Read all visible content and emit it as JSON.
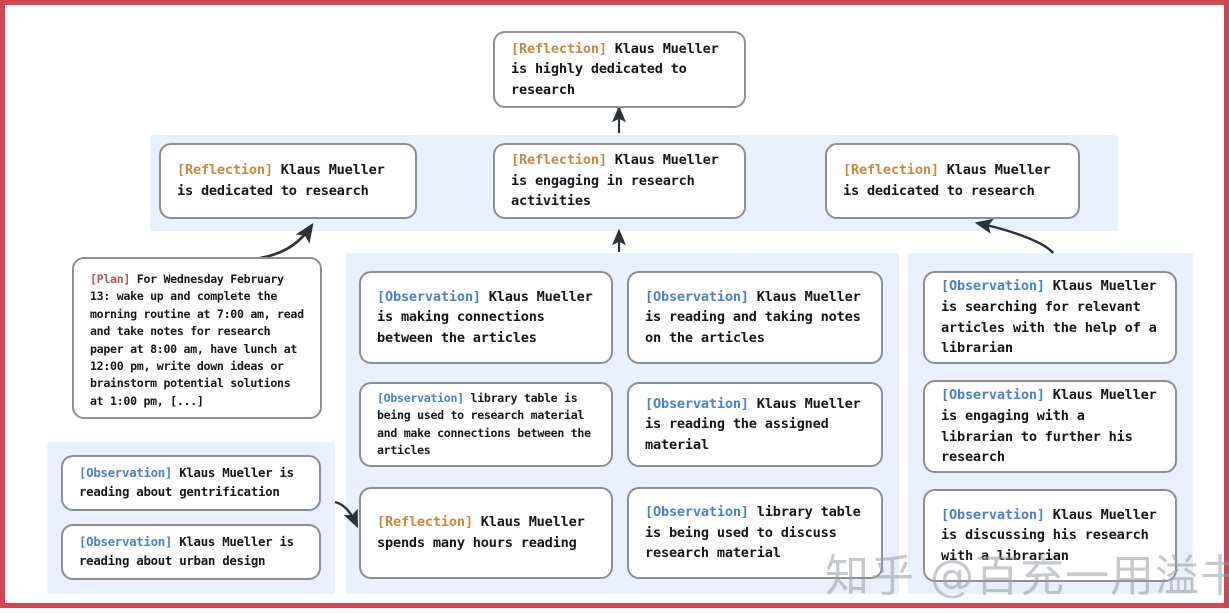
{
  "figure": {
    "type": "reflection-tree-diagram",
    "border_color": "#cf4655",
    "panel_color": "#e7f0fc",
    "box_border_color": "#8a8f96",
    "tag_colors": {
      "reflection": "#c8893f",
      "observation": "#4a7fd4",
      "plan": "#c0504d"
    }
  },
  "watermark": {
    "text": "知乎 @百充一用溢书生"
  },
  "nodes": {
    "root": {
      "tag": "[Reflection]",
      "text": " Klaus Mueller is highly dedicated to research"
    },
    "reflection_left": {
      "tag": "[Reflection]",
      "text": " Klaus Mueller is dedicated to research"
    },
    "reflection_mid": {
      "tag": "[Reflection]",
      "text": " Klaus Mueller is engaging in research activities"
    },
    "reflection_right": {
      "tag": "[Reflection]",
      "text": " Klaus Mueller is dedicated to research"
    },
    "plan_box": {
      "tag": "[Plan]",
      "text": " For Wednesday February 13: wake up and complete the morning routine at 7:00 am, read and take notes for research paper at 8:00 am, have lunch at 12:00 pm, write down ideas or brainstorm potential solutions at 1:00 pm, [...]"
    },
    "obs_left_1": {
      "tag": "[Observation]",
      "text": " Klaus Mueller is reading about gentrification"
    },
    "obs_left_2": {
      "tag": "[Observation]",
      "text": " Klaus Mueller is reading about urban design"
    },
    "obs_mid_col1_1": {
      "tag": "[Observation]",
      "text": " Klaus Mueller is making connections between the articles"
    },
    "obs_mid_col1_2": {
      "tag": "[Observation]",
      "text": " library table is being used to research material and make connections between the articles"
    },
    "refl_mid_col1_3": {
      "tag": "[Reflection]",
      "text": " Klaus Mueller spends many hours reading"
    },
    "obs_mid_col2_1": {
      "tag": "[Observation]",
      "text": " Klaus Mueller is reading and taking notes on the articles"
    },
    "obs_mid_col2_2": {
      "tag": "[Observation]",
      "text": " Klaus Mueller is reading the assigned material"
    },
    "obs_mid_col2_3": {
      "tag": "[Observation]",
      "text": " library table is being used to discuss research material"
    },
    "obs_right_1": {
      "tag": "[Observation]",
      "text": " Klaus Mueller is searching for relevant articles with the help of a librarian"
    },
    "obs_right_2": {
      "tag": "[Observation]",
      "text": " Klaus Mueller is engaging with a librarian to further his research"
    },
    "obs_right_3": {
      "tag": "[Observation]",
      "text": " Klaus Mueller is discussing his research with a librarian"
    }
  }
}
